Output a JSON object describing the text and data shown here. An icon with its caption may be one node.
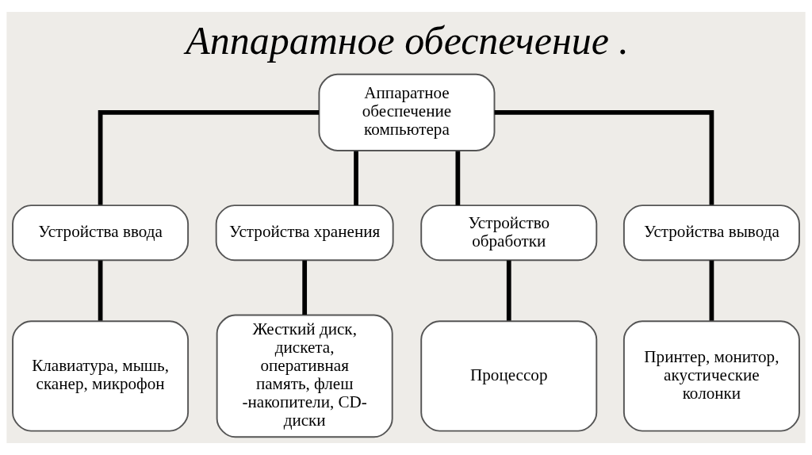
{
  "diagram": {
    "title": "Аппаратное обеспечение .",
    "nodes": [
      {
        "text": [
          "Аппаратное обеспечение компьютера"
        ]
      },
      {
        "text": [
          "Устройства ввода"
        ]
      },
      {
        "text": [
          "Устройства хранения"
        ]
      },
      {
        "text": [
          "Устройство обработки"
        ]
      },
      {
        "text": [
          "Устройства вывода"
        ]
      },
      {
        "text": [
          "Клавиатура, мышь, сканер, микрофон"
        ]
      },
      {
        "text": [
          "Жесткий диск, дискета, оперативная память, флеш -накопители, CD-диски"
        ]
      },
      {
        "text": [
          "Процессор"
        ]
      },
      {
        "text": [
          "Принтер, монитор, акустические колонки"
        ]
      }
    ],
    "edges": [
      {
        "from": 0,
        "to": 1,
        "arrow": "none"
      },
      {
        "from": 0,
        "to": 2,
        "arrow": "none"
      },
      {
        "from": 0,
        "to": 3,
        "arrow": "none"
      },
      {
        "from": 0,
        "to": 4,
        "arrow": "none"
      },
      {
        "from": 1,
        "to": 5,
        "arrow": "none"
      },
      {
        "from": 2,
        "to": 6,
        "arrow": "none"
      },
      {
        "from": 3,
        "to": 7,
        "arrow": "none"
      },
      {
        "from": 4,
        "to": 8,
        "arrow": "none"
      }
    ]
  }
}
